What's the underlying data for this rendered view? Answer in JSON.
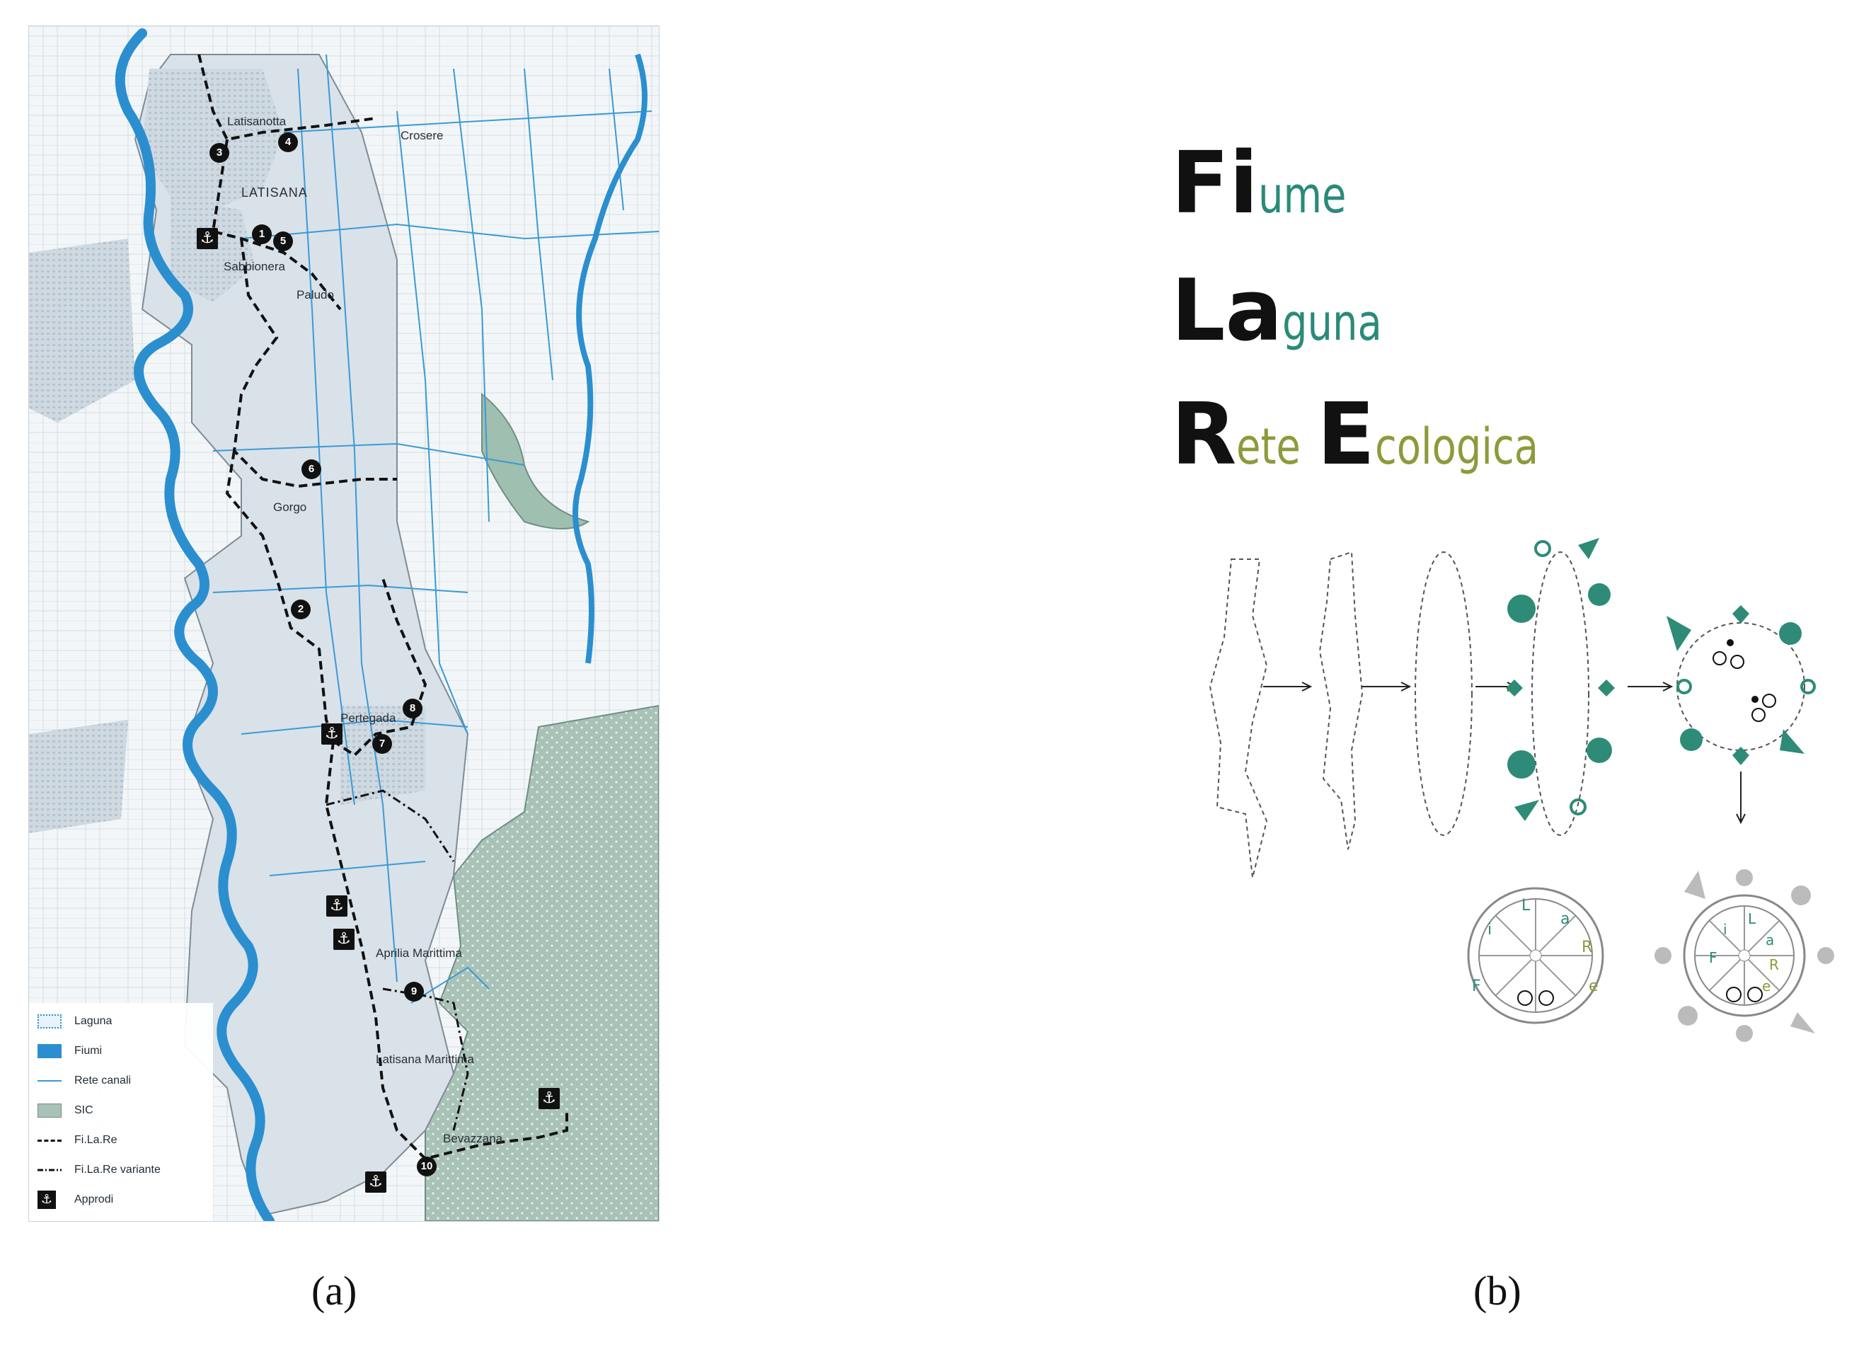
{
  "panel_a": {
    "caption": "(a)",
    "places": {
      "latisanotta": "Latisanotta",
      "crosere": "Crosere",
      "latisana": "LATISANA",
      "sabbionera": "Sabbionera",
      "paludo": "Paludo",
      "gorgo": "Gorgo",
      "pertegada": "Pertegada",
      "aprilia_marittima": "Aprilia Marittima",
      "latisana_marittima": "Latisana Marittima",
      "bevazzana": "Bevazzana"
    },
    "stops": [
      "1",
      "2",
      "3",
      "4",
      "5",
      "6",
      "7",
      "8",
      "9",
      "10"
    ],
    "legend": [
      {
        "label": "Laguna",
        "symbol": "laguna-dotted-box"
      },
      {
        "label": "Fiumi",
        "symbol": "river-blue-fill"
      },
      {
        "label": "Rete canali",
        "symbol": "canal-thin-line"
      },
      {
        "label": "SIC",
        "symbol": "sic-dotted-fill"
      },
      {
        "label": "Fi.La.Re",
        "symbol": "dashed-line"
      },
      {
        "label": "Fi.La.Re variante",
        "symbol": "dash-dot-line"
      },
      {
        "label": "Approdi",
        "symbol": "anchor-icon"
      }
    ],
    "colors": {
      "river": "#2b8fcf",
      "canal": "#3a9ad6",
      "sic": "#8fb0a3",
      "urban": "#c7d2db",
      "route": "#111111"
    }
  },
  "panel_b": {
    "caption": "(b)",
    "title": [
      {
        "cap": "Fi",
        "rest": "ume",
        "color": "#2a8a7a"
      },
      {
        "cap": "La",
        "rest": "guna",
        "color": "#2a8a7a"
      },
      {
        "cap": "R",
        "rest": "ete ",
        "cap2": "E",
        "rest2": "cologica",
        "color": "#8e9a3a"
      }
    ],
    "wheel_letters": [
      "F",
      "i",
      "L",
      "a",
      "R",
      "e"
    ],
    "colors": {
      "teal": "#2e8b78",
      "olive": "#8e9a3a",
      "grey": "#9a9a9a"
    }
  }
}
